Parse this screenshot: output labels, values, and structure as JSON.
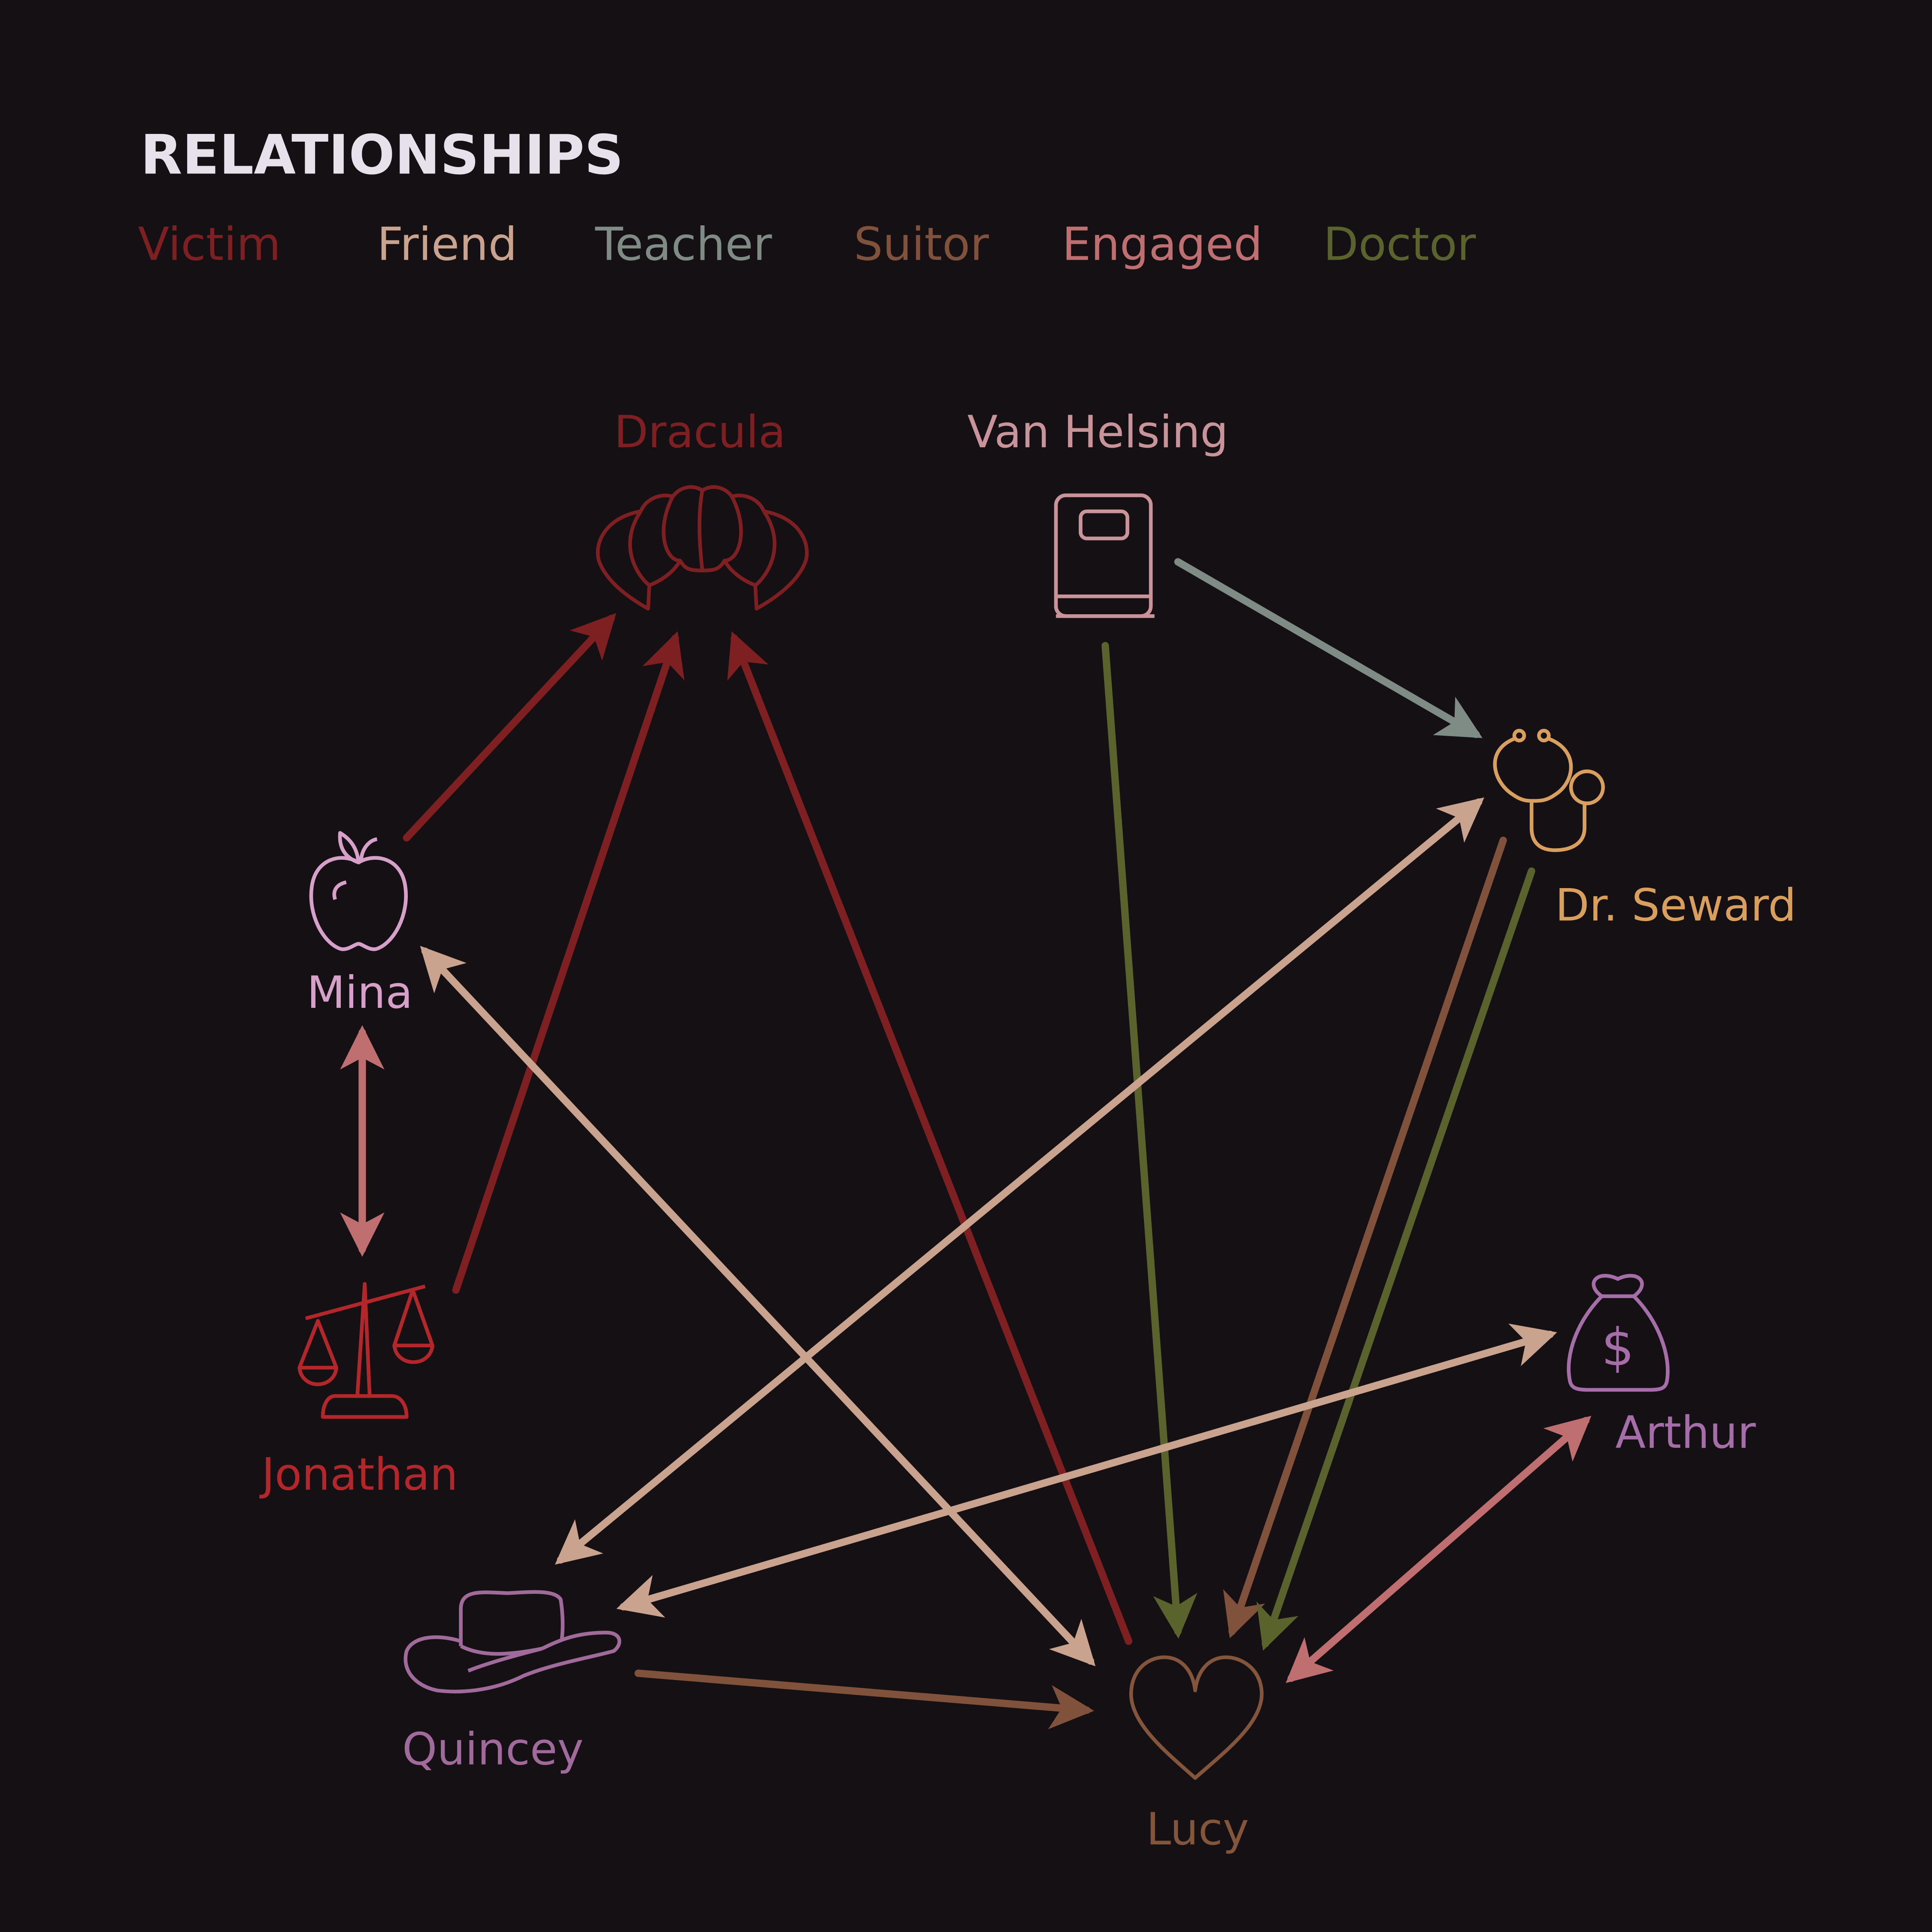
{
  "title": "RELATIONSHIPS",
  "legend": [
    {
      "key": "victim",
      "label": "Victim",
      "color": "#7e1f22"
    },
    {
      "key": "friend",
      "label": "Friend",
      "color": "#c9a38d"
    },
    {
      "key": "teacher",
      "label": "Teacher",
      "color": "#7f8b85"
    },
    {
      "key": "suitor",
      "label": "Suitor",
      "color": "#80513b"
    },
    {
      "key": "engaged",
      "label": "Engaged",
      "color": "#bf6f70"
    },
    {
      "key": "doctor",
      "label": "Doctor",
      "color": "#5a632b"
    }
  ],
  "nodes": [
    {
      "id": "dracula",
      "label": "Dracula",
      "icon": "fangs-icon",
      "color": "#7e1f22"
    },
    {
      "id": "vanhelsing",
      "label": "Van Helsing",
      "icon": "book-icon",
      "color": "#c9939a"
    },
    {
      "id": "seward",
      "label": "Dr. Seward",
      "icon": "stethoscope-icon",
      "color": "#d9a05d"
    },
    {
      "id": "mina",
      "label": "Mina",
      "icon": "apple-icon",
      "color": "#d7a0c8"
    },
    {
      "id": "jonathan",
      "label": "Jonathan",
      "icon": "scales-icon",
      "color": "#b3272b"
    },
    {
      "id": "arthur",
      "label": "Arthur",
      "icon": "money-bag-icon",
      "color": "#a56ea8"
    },
    {
      "id": "quincey",
      "label": "Quincey",
      "icon": "cowboy-hat-icon",
      "color": "#a06a9b"
    },
    {
      "id": "lucy",
      "label": "Lucy",
      "icon": "heart-icon",
      "color": "#83553a"
    }
  ],
  "edges": [
    {
      "from": "mina",
      "to": "dracula",
      "type": "victim"
    },
    {
      "from": "jonathan",
      "to": "dracula",
      "type": "victim"
    },
    {
      "from": "lucy",
      "to": "dracula",
      "type": "victim"
    },
    {
      "from": "vanhelsing",
      "to": "seward",
      "type": "teacher"
    },
    {
      "from": "vanhelsing",
      "to": "lucy",
      "type": "doctor"
    },
    {
      "from": "seward",
      "to": "lucy",
      "type": "suitor"
    },
    {
      "from": "seward",
      "to": "lucy",
      "type": "doctor"
    },
    {
      "from": "quincey",
      "to": "lucy",
      "type": "suitor"
    },
    {
      "from": "mina",
      "to": "lucy",
      "type": "friend",
      "bidirectional": true
    },
    {
      "from": "quincey",
      "to": "seward",
      "type": "friend",
      "bidirectional": true
    },
    {
      "from": "quincey",
      "to": "arthur",
      "type": "friend",
      "bidirectional": true
    },
    {
      "from": "mina",
      "to": "jonathan",
      "type": "engaged",
      "bidirectional": true
    },
    {
      "from": "lucy",
      "to": "arthur",
      "type": "engaged",
      "bidirectional": true
    }
  ]
}
